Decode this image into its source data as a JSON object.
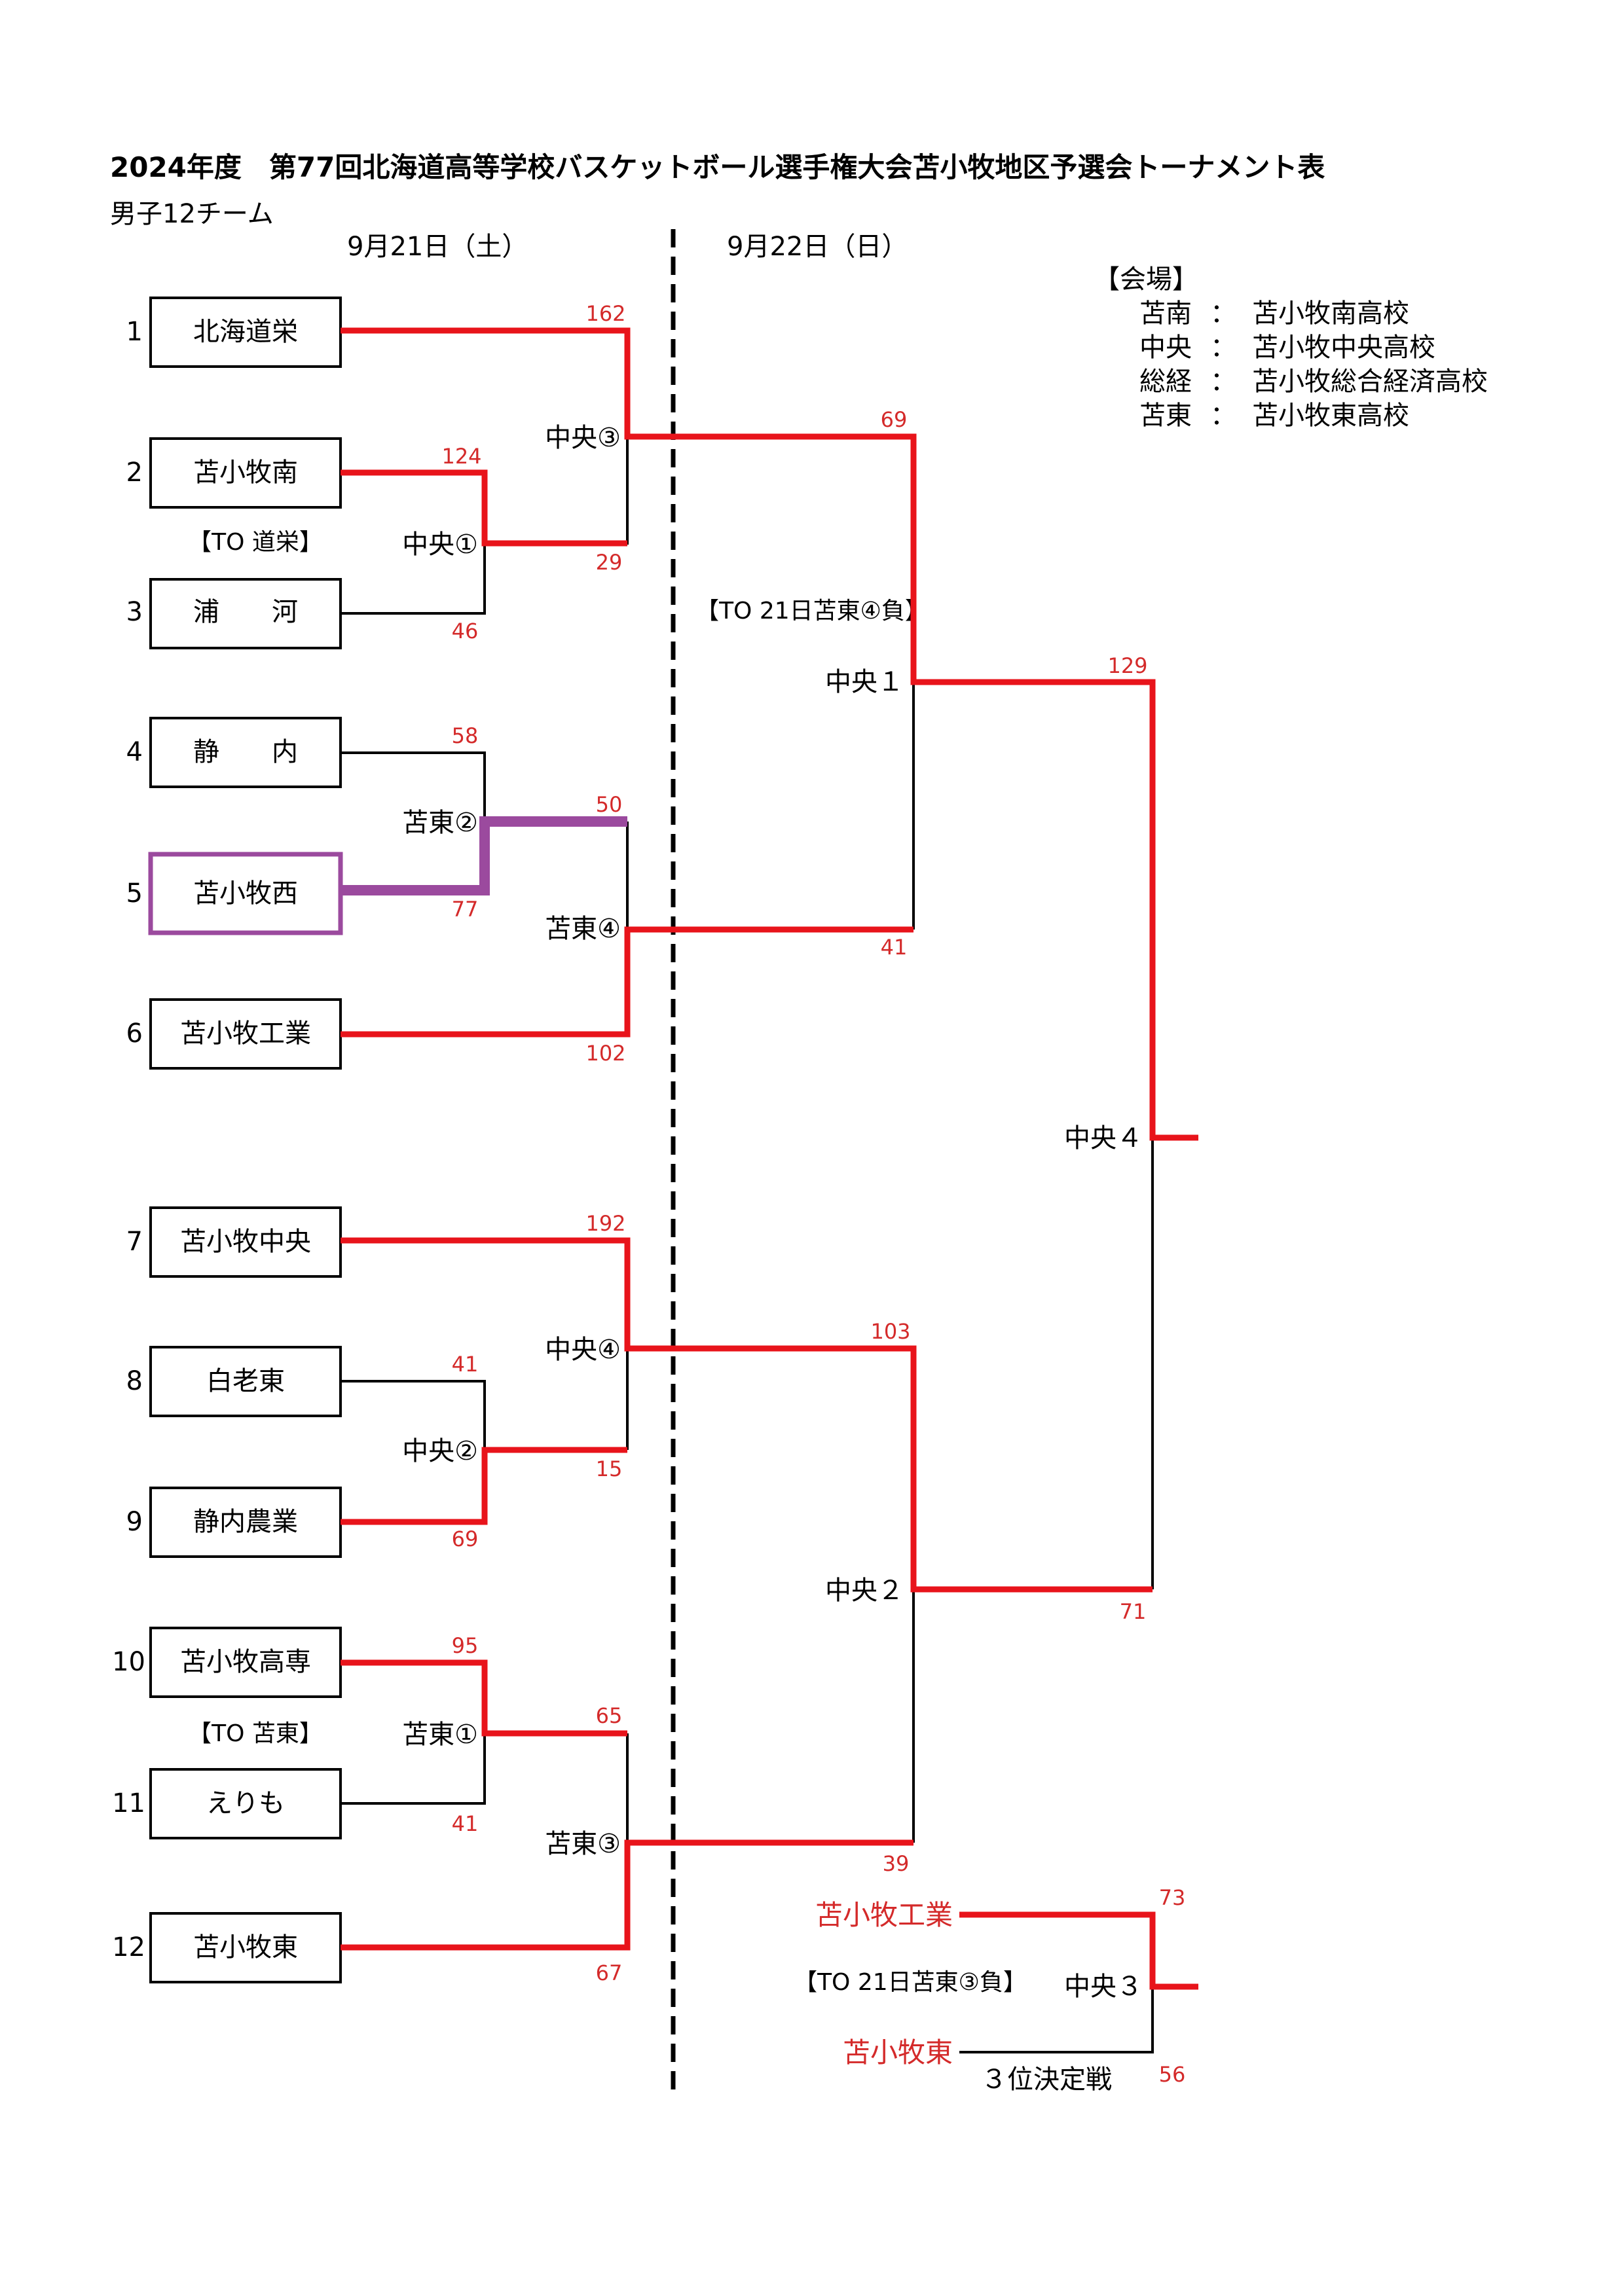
{
  "title": "2024年度　第77回北海道高等学校バスケットボール選手権大会苫小牧地区予選会トーナメント表",
  "subtitle": "男子12チーム",
  "dates": {
    "day1": "9月21日（土）",
    "day2": "9月22日（日）"
  },
  "venues": {
    "heading": "【会場】",
    "list": [
      {
        "abbr": "苫南",
        "sep": "：",
        "name": "苫小牧南高校"
      },
      {
        "abbr": "中央",
        "sep": "：",
        "name": "苫小牧中央高校"
      },
      {
        "abbr": "総経",
        "sep": "：",
        "name": "苫小牧総合経済高校"
      },
      {
        "abbr": "苫東",
        "sep": "：",
        "name": "苫小牧東高校"
      }
    ]
  },
  "teams": [
    {
      "no": "1",
      "name": "北海道栄"
    },
    {
      "no": "2",
      "name": "苫小牧南"
    },
    {
      "no": "3",
      "name": "浦　　河"
    },
    {
      "no": "4",
      "name": "静　　内"
    },
    {
      "no": "5",
      "name": "苫小牧西"
    },
    {
      "no": "6",
      "name": "苫小牧工業"
    },
    {
      "no": "7",
      "name": "苫小牧中央"
    },
    {
      "no": "8",
      "name": "白老東"
    },
    {
      "no": "9",
      "name": "静内農業"
    },
    {
      "no": "10",
      "name": "苫小牧高専"
    },
    {
      "no": "11",
      "name": "えりも"
    },
    {
      "no": "12",
      "name": "苫小牧東"
    }
  ],
  "to_notes": {
    "to1": "【TO 道栄】",
    "to2": "【TO 苫東】",
    "to3": "【TO 21日苫東④負】",
    "to4": "【TO 21日苫東③負】"
  },
  "games": {
    "g1": "中央①",
    "g2": "苫東②",
    "g3": "中央③",
    "g4": "苫東④",
    "g5": "中央②",
    "g6": "苫東①",
    "g7": "中央④",
    "g8": "苫東③",
    "g9": "中央１",
    "g10": "中央２",
    "g11": "中央４",
    "g12": "中央３"
  },
  "scores": {
    "s_t1": "162",
    "s_g1top": "124",
    "s_g1out": "29",
    "s_t3": "46",
    "s_t4": "58",
    "s_g2out": "50",
    "s_t5": "77",
    "s_t6": "102",
    "s_g9top": "69",
    "s_g9bot": "41",
    "s_f_top": "129",
    "s_t7": "192",
    "s_t8": "41",
    "s_g5out": "15",
    "s_t9": "69",
    "s_t10": "95",
    "s_g6out": "65",
    "s_t11": "41",
    "s_t12": "67",
    "s_g10top": "103",
    "s_g10bot": "39",
    "s_f_bot": "71",
    "s_third_top": "73",
    "s_third_bot": "56"
  },
  "third_place": {
    "top_team": "苫小牧工業",
    "bottom_team": "苫小牧東",
    "label": "３位決定戦"
  },
  "colors": {
    "win": "#e8141b",
    "highlight": "#9b4a9e",
    "line": "#000000",
    "score": "#d42a2a"
  }
}
